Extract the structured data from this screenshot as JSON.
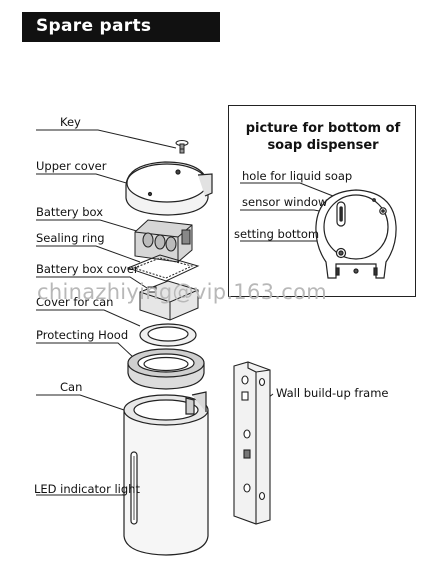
{
  "header": {
    "title": "Spare parts"
  },
  "parts": {
    "key": "Key",
    "upper_cover": "Upper cover",
    "battery_box": "Battery box",
    "sealing_ring": "Sealing ring",
    "battery_box_cover": "Battery box cover",
    "cover_for_can": "Cover for can",
    "protecting_hood": "Protecting Hood",
    "can": "Can",
    "led_indicator": "LED indicator light",
    "wall_frame": "Wall build-up frame"
  },
  "inset": {
    "title_line1": "picture for bottom of",
    "title_line2": "soap dispenser",
    "hole": "hole for liquid soap",
    "sensor": "sensor window",
    "setting": "setting bottom"
  },
  "watermark": "chinazhiying@vip.163.com"
}
